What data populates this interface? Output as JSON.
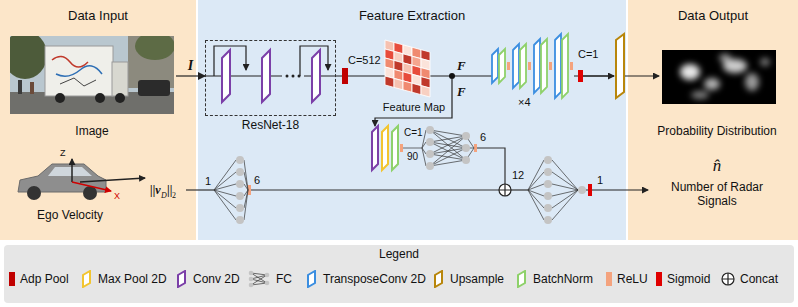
{
  "diagram": {
    "nodes": [
      {
        "text": [
          "Data Input"
        ]
      },
      {
        "text": [
          "Feature Extraction"
        ]
      },
      {
        "text": [
          "Data Output"
        ]
      },
      {
        "text": [
          "Image"
        ],
        "in": 0
      },
      {
        "text": [
          "Ego Velocity"
        ],
        "in": 0
      },
      {
        "text": [
          "ResNet-18"
        ],
        "in": 1
      },
      {
        "text": [
          "Feature Map"
        ],
        "in": 1
      },
      {
        "text": [
          "Probability Distribution"
        ],
        "in": 2
      },
      {
        "text": [
          "Legend"
        ]
      }
    ],
    "edges": [
      {
        "from": 3,
        "to": 5,
        "arrow": "to",
        "label": "I"
      }
    ],
    "labels": [
      "Z",
      "X",
      "||v",
      "D",
      "||",
      "2",
      "1",
      "6",
      "C=512",
      "F",
      "F",
      "×4",
      "C=1",
      "C=1",
      "90",
      "6",
      "12",
      "1",
      "n̂",
      "Number of Radar Signals"
    ],
    "legend": [
      {
        "text": "Adp Pool",
        "color": "#c00000"
      },
      {
        "text": "Max Pool 2D",
        "color": "#f2c530"
      },
      {
        "text": "Conv 2D",
        "color": "#7b3fa8"
      },
      {
        "text": "FC"
      },
      {
        "text": "TransposeConv 2D",
        "color": "#3b8ee0"
      },
      {
        "text": "Upsample",
        "color": "#b8860b"
      },
      {
        "text": "BatchNorm",
        "color": "#8ed16a"
      },
      {
        "text": "ReLU",
        "color": "#f4a37e"
      },
      {
        "text": "Sigmoid",
        "color": "#e00000"
      },
      {
        "text": "Concat"
      }
    ]
  }
}
